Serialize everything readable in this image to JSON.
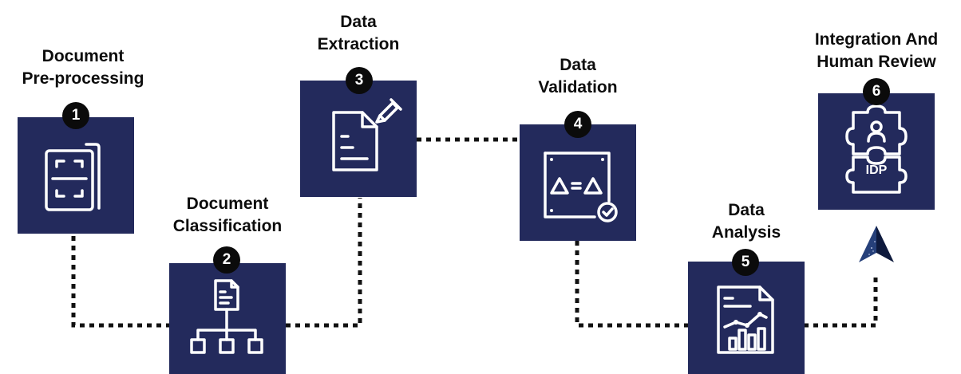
{
  "colors": {
    "box_fill": "#232a5c",
    "icon_stroke": "#ffffff",
    "badge_fill": "#0b0b0b",
    "connector": "#111111"
  },
  "steps": [
    {
      "number": "1",
      "title_lines": [
        "Document",
        "Pre-processing"
      ],
      "icon": "scan-document-icon"
    },
    {
      "number": "2",
      "title_lines": [
        "Document",
        "Classification"
      ],
      "icon": "document-hierarchy-icon"
    },
    {
      "number": "3",
      "title_lines": [
        "Data",
        "Extraction"
      ],
      "icon": "document-pen-icon"
    },
    {
      "number": "4",
      "title_lines": [
        "Data",
        "Validation"
      ],
      "icon": "triangle-equals-check-icon"
    },
    {
      "number": "5",
      "title_lines": [
        "Data",
        "Analysis"
      ],
      "icon": "report-chart-icon"
    },
    {
      "number": "6",
      "title_lines": [
        "Integration And",
        "Human Review"
      ],
      "icon": "puzzle-person-icon",
      "icon_text": "IDP"
    }
  ],
  "logo": {
    "icon": "arrow-logo-icon"
  }
}
